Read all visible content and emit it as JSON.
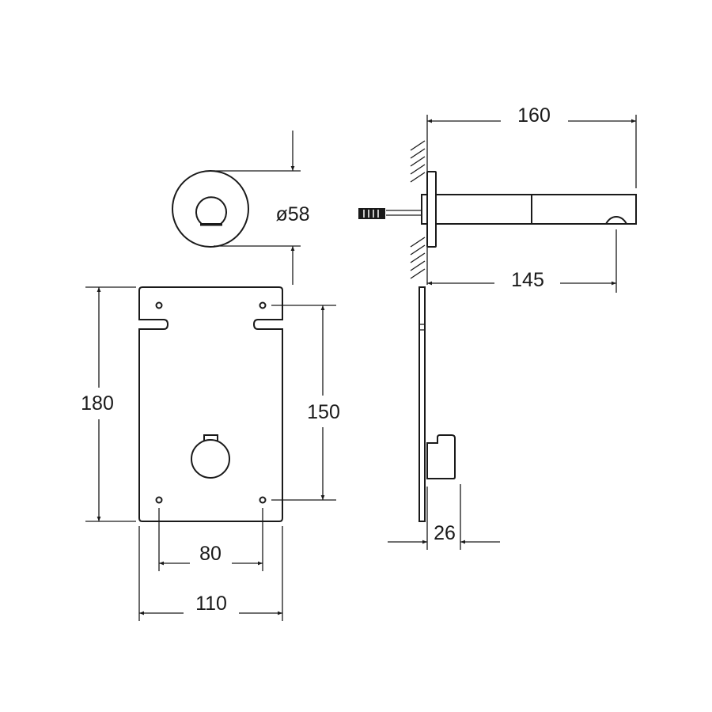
{
  "drawing": {
    "dimensions": {
      "overall_length": "160",
      "projection": "145",
      "rosette_diameter": "ø58",
      "plate_height": "180",
      "hole_spacing_vertical": "150",
      "hole_spacing_horizontal": "80",
      "plate_width": "110",
      "box_depth": "26"
    },
    "line_color": "#1a1a1a"
  }
}
